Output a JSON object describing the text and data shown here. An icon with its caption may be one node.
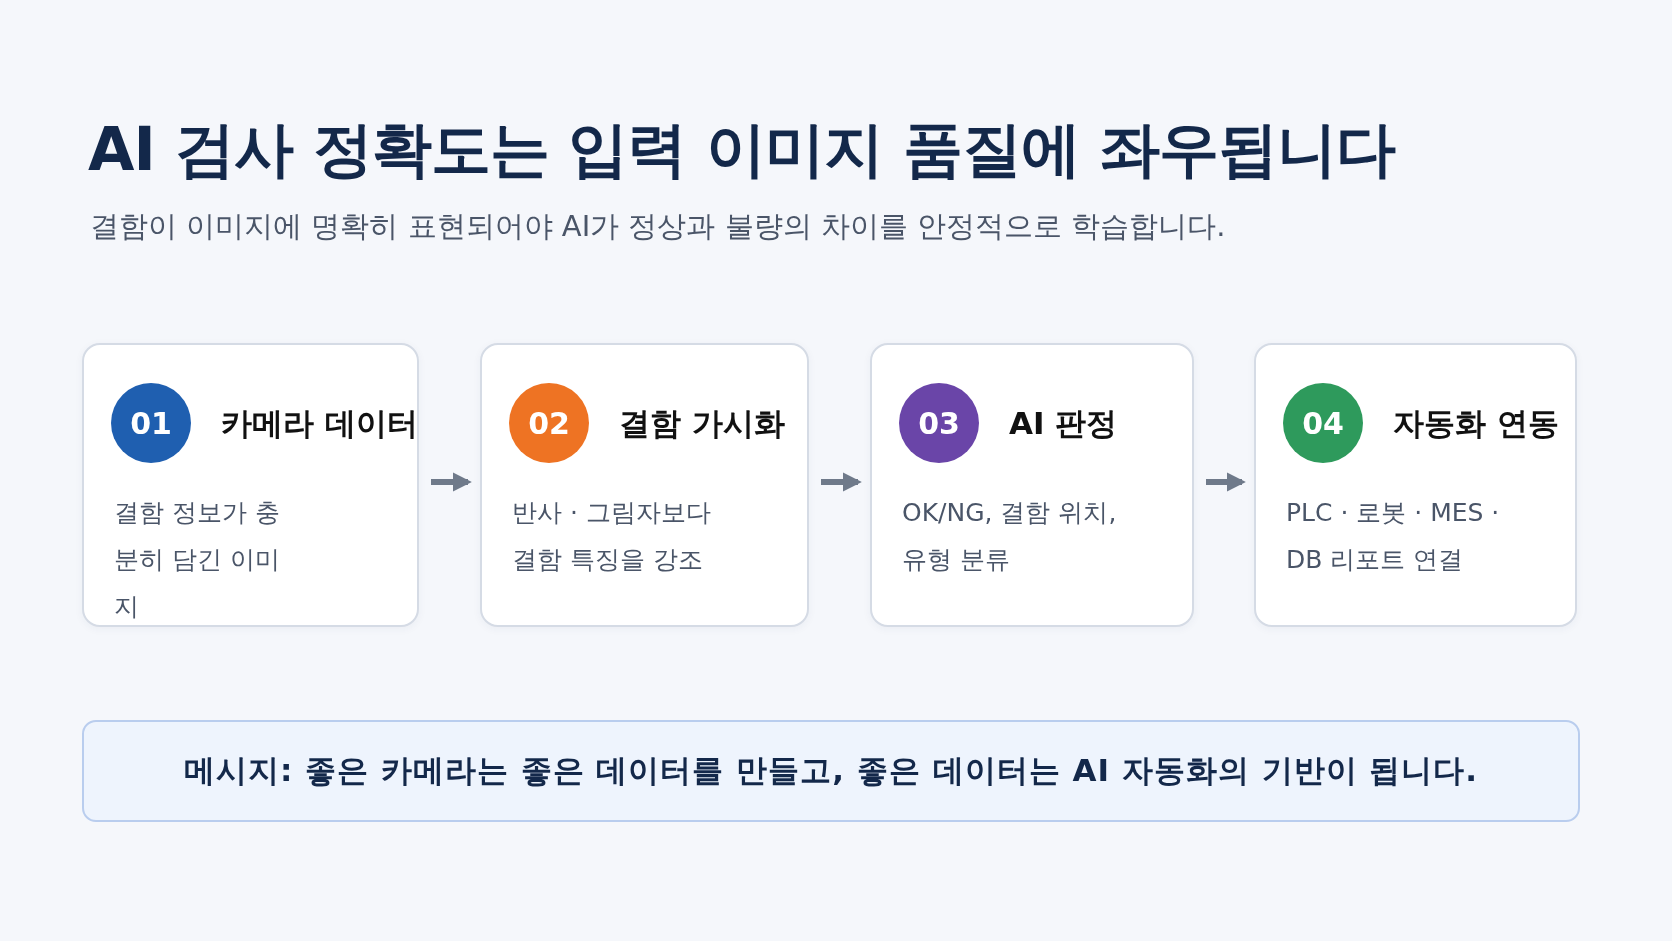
{
  "diagram": {
    "title": "AI 검사 정확도는 입력 이미지 품질에 좌우됩니다",
    "caption": "결함이 이미지에 명확히 표현되어야 AI가 정상과 불량의 차이를 안정적으로 학습합니다.",
    "nodes": [
      {
        "text": [
          "카메라 데이터",
          "결함 정보가 충분히 담긴 이미지"
        ]
      },
      {
        "text": [
          "01"
        ],
        "in": 0
      },
      {
        "text": [
          "결함 가시화",
          "반사 · 그림자보다 결함 특징을 강조"
        ]
      },
      {
        "text": [
          "02"
        ],
        "in": 2
      },
      {
        "text": [
          "AI 판정",
          "OK/NG, 결함 위치, 유형 분류"
        ]
      },
      {
        "text": [
          "03"
        ],
        "in": 4
      },
      {
        "text": [
          "자동화 연동",
          "PLC · 로봇 · MES · DB 리포트 연결"
        ]
      },
      {
        "text": [
          "04"
        ],
        "in": 6
      },
      {
        "text": [
          "메시지: 좋은 카메라는 좋은 데이터를 만들고, 좋은 데이터는 AI 자동화의 기반이 됩니다."
        ]
      }
    ],
    "edges": [
      {
        "from": 0,
        "to": 2,
        "arrow": "to"
      },
      {
        "from": 2,
        "to": 4,
        "arrow": "to"
      },
      {
        "from": 4,
        "to": 6,
        "arrow": "to"
      }
    ]
  }
}
